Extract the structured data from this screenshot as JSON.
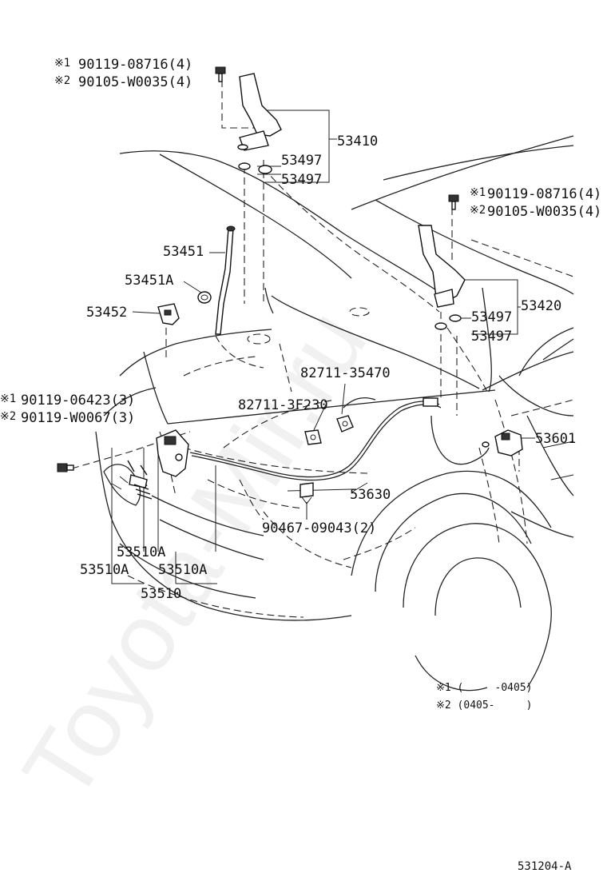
{
  "watermark": "Toyota-Mir.ru",
  "diagram_code": "531204-A",
  "footnotes": {
    "note1": "※1 (     -0405)",
    "note2": "※2 (0405-     )"
  },
  "parts": {
    "bolt_hinge_left": {
      "mark1": "※1",
      "part1": "90119-08716(4)",
      "mark2": "※2",
      "part2": "90105-W0035(4)"
    },
    "bolt_hinge_right": {
      "mark1": "※1",
      "part1": "90119-08716(4)",
      "mark2": "※2",
      "part2": "90105-W0035(4)"
    },
    "bolt_lock": {
      "mark1": "※1",
      "part1": "90119-06423(3)",
      "mark2": "※2",
      "part2": "90119-W0067(3)"
    },
    "hinge_left": "53410",
    "hinge_right": "53420",
    "cushion_1": "53497",
    "cushion_2": "53497",
    "cushion_3": "53497",
    "cushion_4": "53497",
    "support_rod": "53451",
    "rod_grommet": "53451A",
    "rod_holder": "53452",
    "clamp_1": "82711-35470",
    "clamp_2": "82711-3F230",
    "release_lever": "53601",
    "release_cable": "53630",
    "clip": "90467-09043(2)",
    "lock_sub_1": "53510A",
    "lock_sub_2": "53510A",
    "lock_sub_3": "53510A",
    "lock_assy": "53510"
  }
}
